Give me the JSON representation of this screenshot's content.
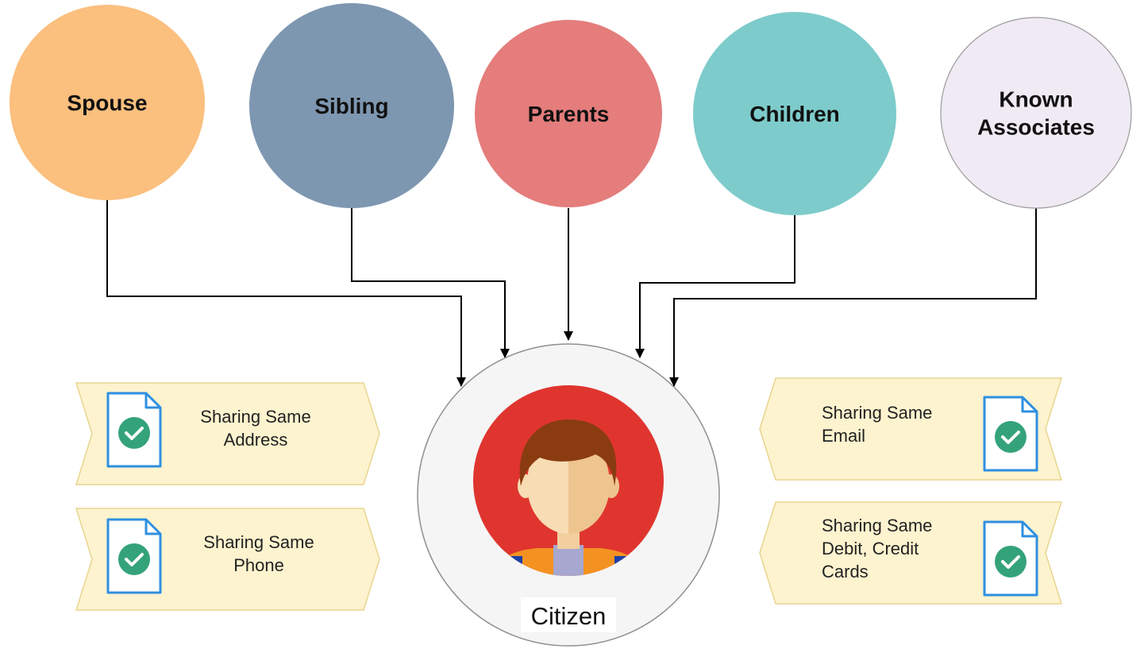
{
  "nodes": [
    {
      "id": "spouse",
      "lines": [
        "Spouse"
      ],
      "color": "#fbbf7e"
    },
    {
      "id": "sibling",
      "lines": [
        "Sibling"
      ],
      "color": "#7e97b1"
    },
    {
      "id": "parents",
      "lines": [
        "Parents"
      ],
      "color": "#e47d7c"
    },
    {
      "id": "children",
      "lines": [
        "Children"
      ],
      "color": "#7ecbcb"
    },
    {
      "id": "known-associates",
      "lines": [
        "Known",
        "Associates"
      ],
      "color": "#efeaf4"
    }
  ],
  "center": {
    "label": "Citizen",
    "ring_color": "#f5f5f5",
    "avatar_color": "#e0352f"
  },
  "badges": [
    {
      "id": "address",
      "lines": [
        "Sharing Same",
        "Address"
      ]
    },
    {
      "id": "phone",
      "lines": [
        "Sharing Same",
        "Phone"
      ]
    },
    {
      "id": "email",
      "lines": [
        "Sharing Same",
        "Email"
      ]
    },
    {
      "id": "cards",
      "lines": [
        "Sharing Same",
        "Debit, Credit",
        "Cards"
      ]
    }
  ],
  "colors": {
    "badge_fill": "#fdf3cf",
    "badge_stroke": "#e8d590",
    "doc_stroke": "#2f8fe0",
    "check": "#34a37a",
    "connector": "#000000"
  },
  "icons": {
    "document": "document-check-icon",
    "avatar": "person-avatar-icon"
  }
}
